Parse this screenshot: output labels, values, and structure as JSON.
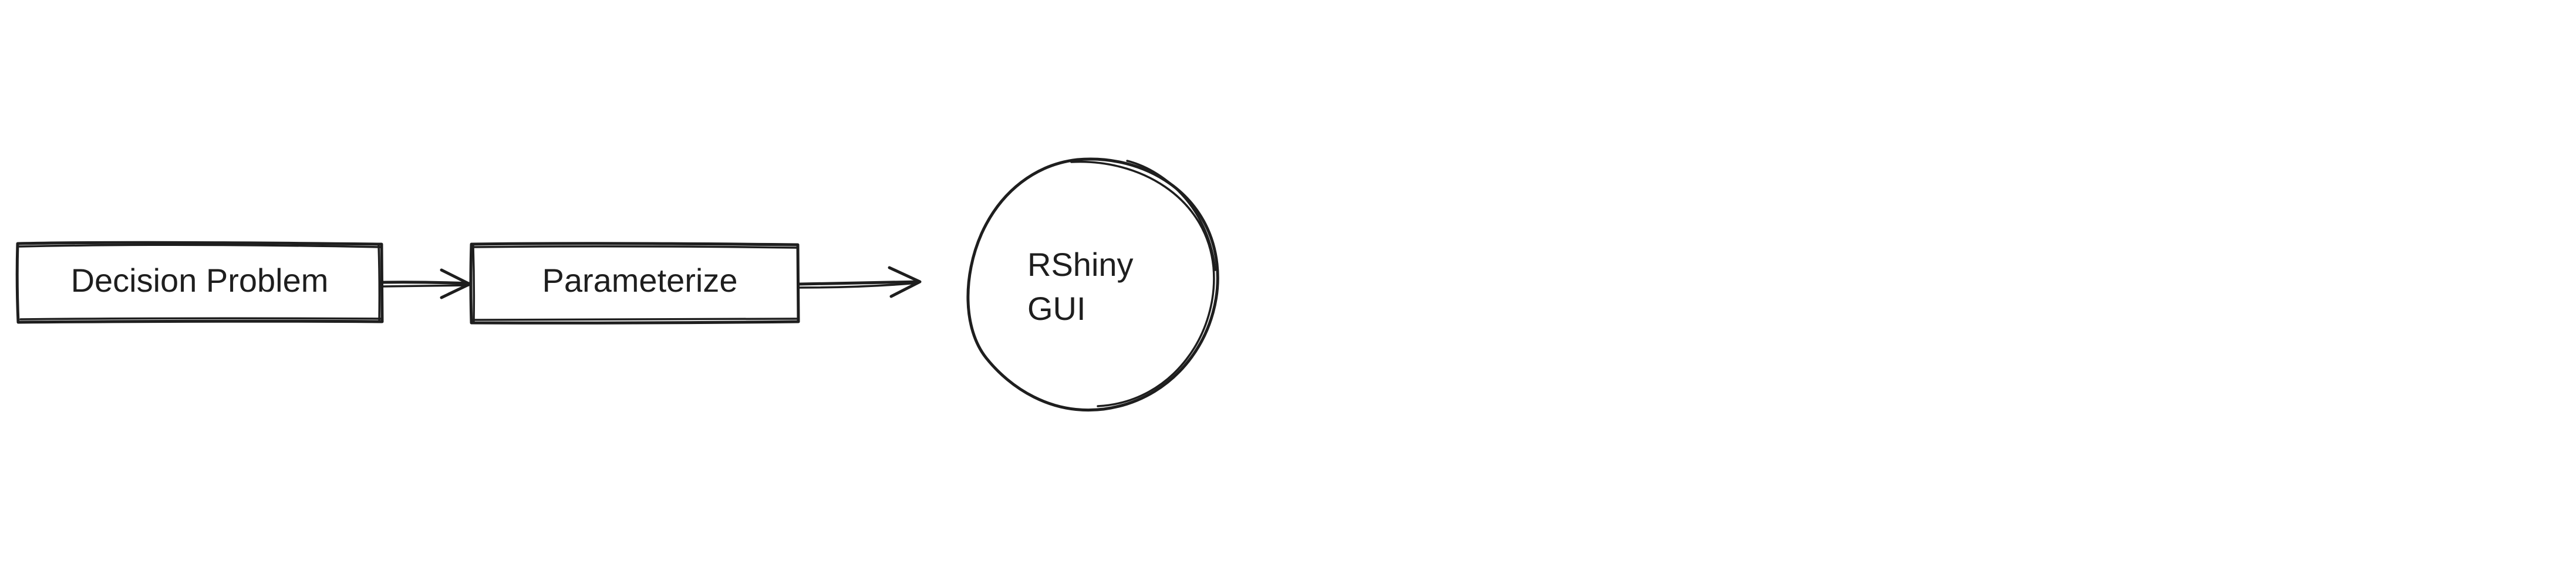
{
  "nodes": [
    {
      "id": "decision-problem",
      "shape": "rectangle",
      "label": "Decision Problem"
    },
    {
      "id": "parameterize",
      "shape": "rectangle",
      "label": "Parameterize"
    },
    {
      "id": "rshiny-gui",
      "shape": "circle",
      "label_lines": [
        "RShiny",
        "GUI"
      ]
    }
  ],
  "edges": [
    {
      "from": "decision-problem",
      "to": "parameterize"
    },
    {
      "from": "parameterize",
      "to": "rshiny-gui"
    }
  ],
  "style": {
    "stroke_color": "#1e1e1e",
    "background": "#ffffff"
  }
}
